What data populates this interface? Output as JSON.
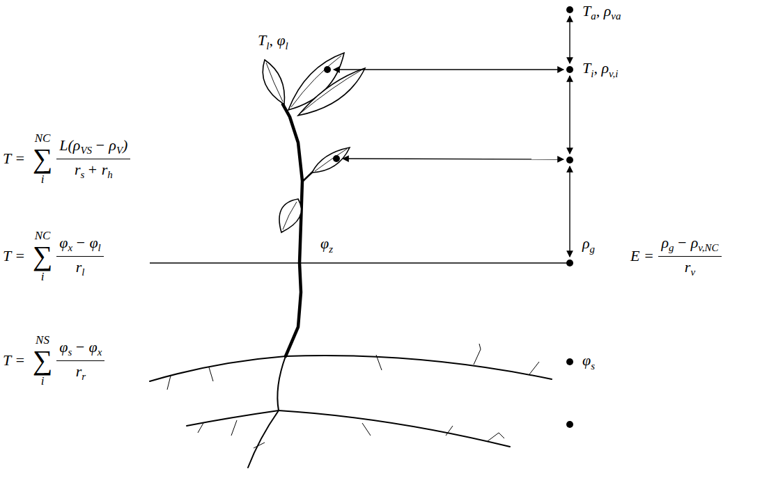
{
  "diagram": {
    "labels": [
      "T =",
      "NC",
      "∑",
      "i",
      "L(ρ",
      "VS",
      "− ρ",
      "V",
      ")",
      "r",
      "s",
      "+ r",
      "h",
      "T =",
      "NC",
      "∑",
      "i",
      "φ",
      "x",
      "− φ",
      "l",
      "r",
      "l",
      "T =",
      "NS",
      "∑",
      "i",
      "φ",
      "s",
      "− φ",
      "x",
      "r",
      "r",
      "E =",
      "ρ",
      "g",
      "− ρ",
      "v,NC",
      "r",
      "v",
      "T",
      "l",
      ", φ",
      "l",
      "φ",
      "z",
      "ρ",
      "g",
      "φ",
      "s",
      "T",
      "a",
      ", ρ",
      "va",
      "T",
      "i",
      ", ρ",
      "v,i"
    ]
  }
}
